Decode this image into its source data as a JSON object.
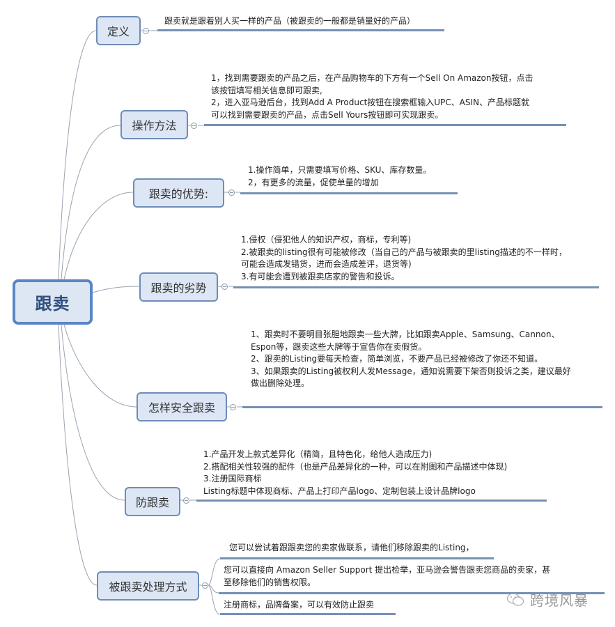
{
  "root": {
    "label": "跟卖"
  },
  "branches": [
    {
      "id": "definition",
      "label": "定义",
      "lines": [
        "跟卖就是跟着别人买一样的产品（被跟卖的一般都是销量好的产品）"
      ]
    },
    {
      "id": "method",
      "label": "操作方法",
      "lines": [
        "1，找到需要跟卖的产品之后，在产品购物车的下方有一个Sell On Amazon按钮，点击",
        "该按钮填写相关信息即可跟卖,",
        "2，进入亚马逊后台，找到Add A Product按钮在搜索框输入UPC、ASIN、产品标题就",
        "可以找到需要跟卖的产品，点击Sell Yours按钮即可实现跟卖。"
      ]
    },
    {
      "id": "advantages",
      "label": "跟卖的优势:",
      "lines": [
        "1.操作简单，只需要填写价格、SKU、库存数量。",
        "2，有更多的流量，促使单量的增加"
      ]
    },
    {
      "id": "disadvantages",
      "label": "跟卖的劣势",
      "lines": [
        "1.侵权（侵犯他人的知识产权，商标，专利等)",
        "2.被跟卖的listing很有可能被修改（当自己的产品与被跟卖的里listing描述的不一样时，",
        "可能会造成发错货，进而会造成差评，退货等)",
        "3.有可能会遭到被跟卖店家的警告和投诉。"
      ]
    },
    {
      "id": "safe",
      "label": "怎样安全跟卖",
      "lines": [
        "1、跟卖时不要明目张胆地跟卖一些大牌，比如跟卖Apple、Samsung、Cannon、",
        "Espon等，跟卖这些大牌等于宣告你在卖假货。",
        "2、跟卖的Listing要每天检查，简单浏览，不要产品已经被修改了你还不知道。",
        "3、如果跟卖的Listing被权利人发Message，通知说需要下架否则投诉之类，建议最好",
        "做出删除处理。"
      ]
    },
    {
      "id": "prevent",
      "label": "防跟卖",
      "lines": [
        "1.产品开发上款式差异化（精简，且特色化，给他人造成压力)",
        "2.搭配相关性较强的配件（也是产品差异化的一种，可以在附图和产品描述中体现)",
        "3.注册国际商标",
        "Listing标题中体现商标、产品上打印产品logo、定制包装上设计品牌logo"
      ]
    },
    {
      "id": "handling",
      "label": "被跟卖处理方式",
      "sub_items": [
        {
          "lines": [
            "您可以尝试着跟跟卖您的卖家做联系，请他们移除跟卖的Listing，"
          ]
        },
        {
          "lines": [
            "您可以直接向 Amazon Seller Support 提出检举，亚马逊会警告跟卖您商品的卖家，甚",
            "至移除他们的销售权限。"
          ]
        },
        {
          "lines": [
            "注册商标，品牌备案，可以有效防止跟卖"
          ]
        }
      ]
    }
  ],
  "watermark": {
    "text": "跨境风暴",
    "icon": "wechat-icon"
  },
  "colors": {
    "root_border": "#5b86c5",
    "node_fill": "#dce6f4",
    "node_border": "#6e8db6",
    "bar": "#7590b3",
    "link": "#9aa4b2"
  }
}
